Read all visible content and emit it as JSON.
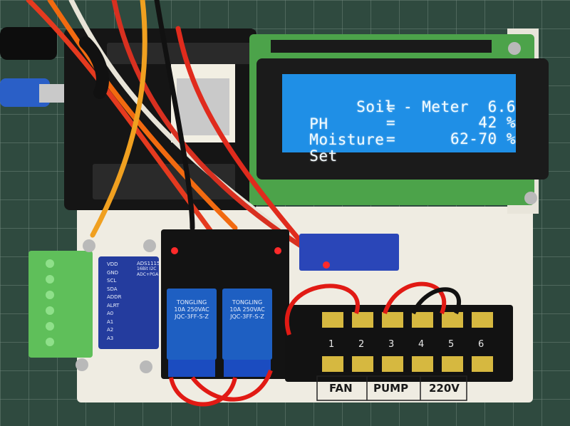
{
  "lcd": {
    "line1": "Soil - Meter",
    "line2_label": "PH",
    "line2_eq": "=",
    "line2_value": "6.6",
    "line3_label": "Moisture",
    "line3_eq": "=",
    "line3_value": "42 %",
    "line4_label": "Set",
    "line4_eq": "=",
    "line4_value": "62-70 %"
  },
  "terminal": {
    "label_fan": "FAN",
    "label_pump": "PUMP",
    "label_volt": "220V",
    "numbers": [
      "1",
      "2",
      "3",
      "4",
      "5",
      "6"
    ]
  },
  "relays": {
    "brand": "TONGLING",
    "model": "JQC-3FF-S-Z",
    "rating": "10A 250VAC"
  },
  "adc": {
    "name": "ADS1115",
    "desc": "16Bit I2C ADC+PGA",
    "pins": [
      "VDD",
      "GND",
      "SCL",
      "SDA",
      "ADDR",
      "ALRT",
      "A0",
      "A1",
      "A2",
      "A3"
    ]
  },
  "colors": {
    "lcd_bg": "#1f8fe6",
    "pcb_black": "#111111",
    "relay_blue": "#1e5fc2",
    "green_terminal": "#5fbf5a",
    "base_board": "#f1efe6",
    "mat_green": "#2f4a3f"
  }
}
